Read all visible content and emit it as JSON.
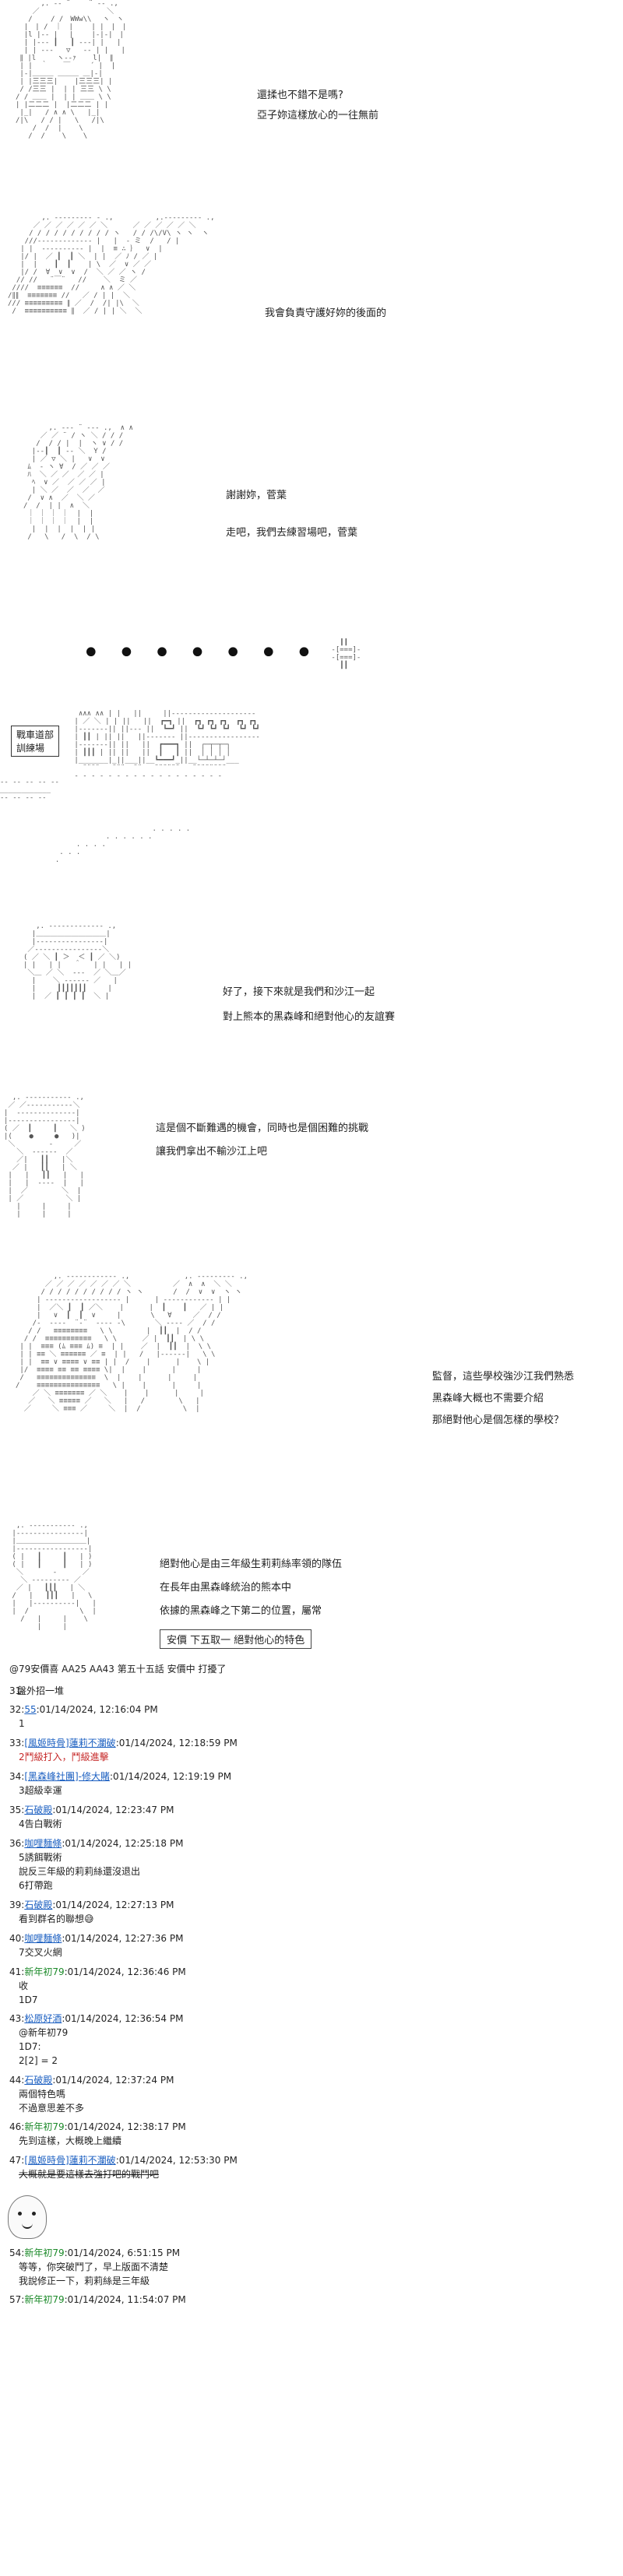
{
  "panels": {
    "p1": [
      "還揉也不錯不是嗎?",
      "亞子妳這樣放心的一往無前"
    ],
    "p2": [
      "我會負責守護好妳的後面的"
    ],
    "p3": [
      "謝謝妳，菅葉",
      "走吧，我們去練習場吧，菅葉"
    ],
    "p5_signs": [
      "戰車道部",
      "訓練場"
    ],
    "p6": [
      "好了，接下來就是我們和沙江一起",
      "對上熊本的黑森峰和絕對他心的友誼賽"
    ],
    "p7": [
      "這是個不斷難遇的機會，同時也是個困難的挑戰",
      "讓我們拿出不輸沙江上吧"
    ],
    "p8": [
      "監督，這些學校強沙江我們熟悉",
      "黑森峰大概也不需要介紹",
      "那絕對他心是個怎樣的學校？"
    ],
    "p9": [
      "絕對他心是由三年級生莉莉絲率領的隊伍",
      "在長年由黑森峰統治的熊本中",
      "依據的黑森峰之下第二的位置，屬常"
    ],
    "p9_box": "安價 下五取一 絕對他心的特色"
  },
  "thread": {
    "title": "@79安價喜 AA25 AA43 第五十五話 安價中 打擾了",
    "posts": [
      {
        "num": "31:",
        "name": "",
        "date": "",
        "body": [
          "盤外招一堆"
        ],
        "style": ""
      },
      {
        "num": "32:",
        "name": "55",
        "date": ":01/14/2024, 12:16:04 PM",
        "body": [
          "1"
        ],
        "style": ""
      },
      {
        "num": "33:",
        "name": "[風姬時骨]蓮莉不瀾破",
        "date": ":01/14/2024, 12:18:59 PM",
        "body": [
          "2鬥級打入，鬥級進擊"
        ],
        "style": "red"
      },
      {
        "num": "34:",
        "name": "[黑森峰社團]-修大賭",
        "date": ":01/14/2024, 12:19:19 PM",
        "body": [
          "3超級幸運"
        ],
        "style": ""
      },
      {
        "num": "35:",
        "name": "石破殿",
        "date": ":01/14/2024, 12:23:47 PM",
        "body": [
          "4告白戰術"
        ],
        "style": ""
      },
      {
        "num": "36:",
        "name": "咖哩麵條",
        "date": ":01/14/2024, 12:25:18 PM",
        "body": [
          "5誘餌戰術",
          "說反三年級的莉莉絲還沒退出",
          "6打帶跑"
        ],
        "style": ""
      },
      {
        "num": "39:",
        "name": "石破殿",
        "date": ":01/14/2024, 12:27:13 PM",
        "body": [
          "看到群名的聯想😅"
        ],
        "style": ""
      },
      {
        "num": "40:",
        "name": "咖哩麵條",
        "date": ":01/14/2024, 12:27:36 PM",
        "body": [
          "7交叉火網"
        ],
        "style": ""
      },
      {
        "num": "41:",
        "name": "新年初79",
        "date": ":01/14/2024, 12:36:46 PM",
        "body": [
          "收",
          "1D7"
        ],
        "style": "green"
      },
      {
        "num": "43:",
        "name": "松原好酒",
        "date": ":01/14/2024, 12:36:54 PM",
        "body": [
          "@新年初79",
          "1D7:",
          "2[2] = 2"
        ],
        "style": ""
      },
      {
        "num": "44:",
        "name": "石破殿",
        "date": ":01/14/2024, 12:37:24 PM",
        "body": [
          "兩個特色嗎",
          "不過意思差不多"
        ],
        "style": ""
      },
      {
        "num": "46:",
        "name": "新年初79",
        "date": ":01/14/2024, 12:38:17 PM",
        "body": [
          "先到這樣，大概晚上繼續"
        ],
        "style": "green"
      },
      {
        "num": "47:",
        "name": "[風姬時骨]蓮莉不瀾破",
        "date": ":01/14/2024, 12:53:30 PM",
        "body": [
          "大概就是要這樣去強打吧的戰鬥吧"
        ],
        "style": "del"
      },
      {
        "num": "54:",
        "name": "新年初79",
        "date": ":01/14/2024, 6:51:15 PM",
        "body": [
          "等等，你突破鬥了，早上版面不清楚",
          "我說修正一下，莉莉絲是三年級"
        ],
        "style": "green"
      },
      {
        "num": "57:",
        "name": "新年初79",
        "date": ":01/14/2024, 11:54:07 PM",
        "body": [],
        "style": "green"
      }
    ]
  }
}
